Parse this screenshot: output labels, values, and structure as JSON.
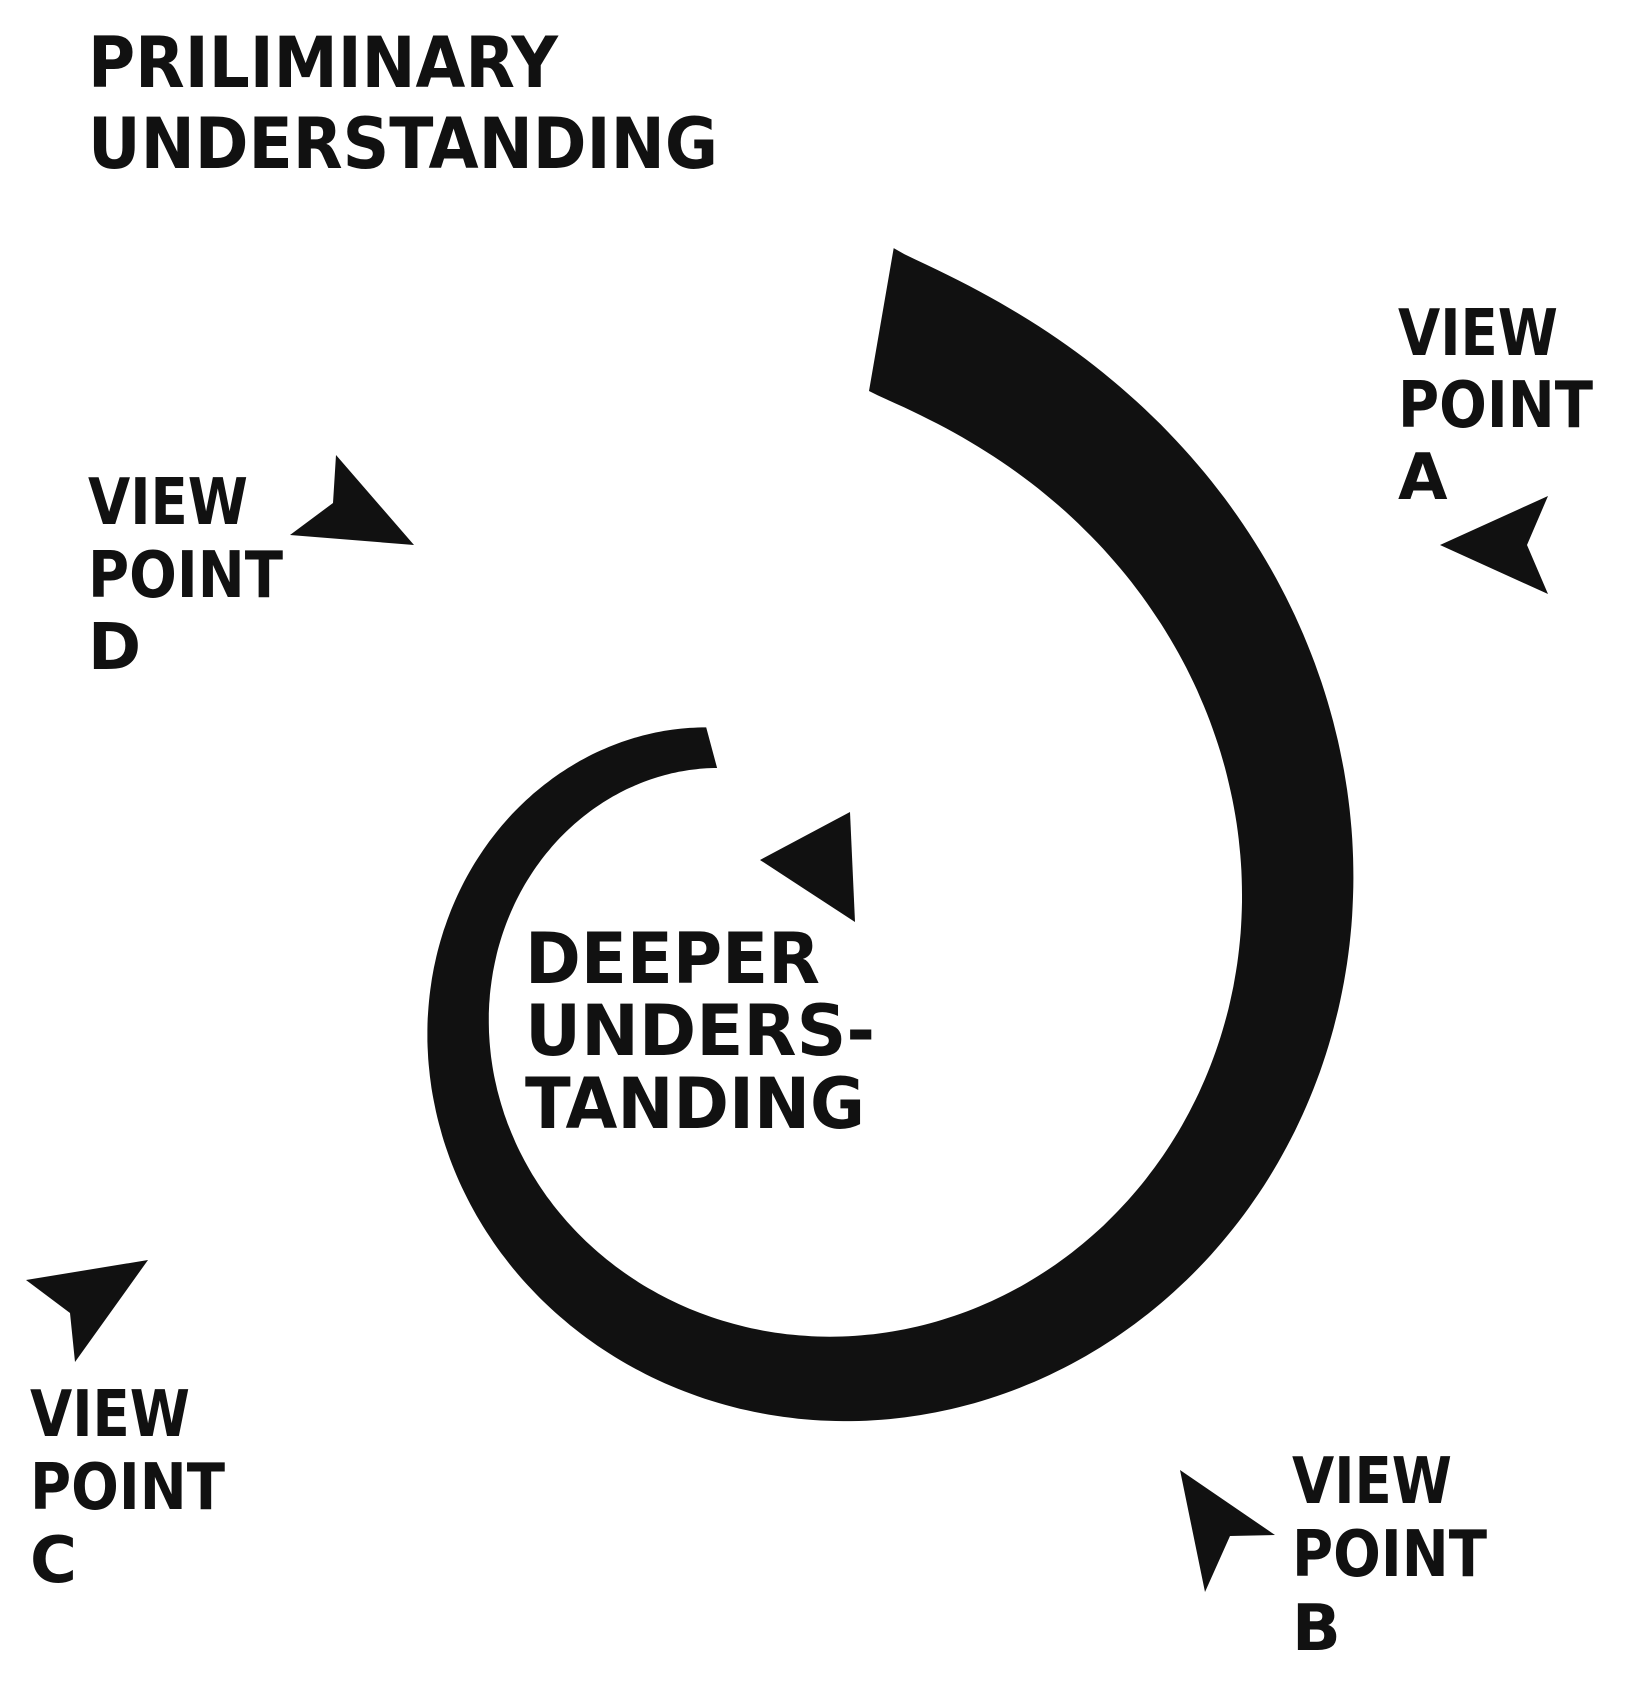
{
  "diagram": {
    "colors": {
      "ink": "#111111",
      "background": "#ffffff"
    },
    "start_label": {
      "line1": "PRILIMINARY",
      "line2": "UNDERSTANDING"
    },
    "center_label": {
      "line1": "DEEPER",
      "line2": "UNDERS-",
      "line3": "TANDING"
    },
    "viewpoints": {
      "a": {
        "line1": "VIEW",
        "line2": "POINT",
        "line3": "A"
      },
      "b": {
        "line1": "VIEW",
        "line2": "POINT",
        "line3": "B"
      },
      "c": {
        "line1": "VIEW",
        "line2": "POINT",
        "line3": "C"
      },
      "d": {
        "line1": "VIEW",
        "line2": "POINT",
        "line3": "D"
      }
    }
  }
}
